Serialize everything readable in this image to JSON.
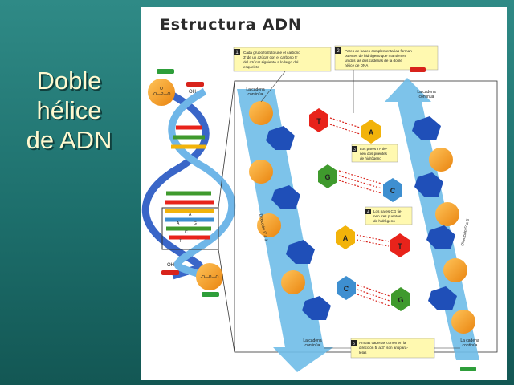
{
  "slide": {
    "title_lines": [
      "Doble",
      "hélice",
      "de ADN"
    ]
  },
  "figure": {
    "title": "Estructura ADN",
    "callouts": {
      "c1": {
        "num": "1",
        "lines": [
          "Cada grupo fosfato une el carbono",
          "3' de un azúcar con el carbono 5'",
          "del azúcar siguiente a lo largo del",
          "esqueleto"
        ]
      },
      "c2": {
        "num": "2",
        "lines": [
          "Pares de bases complementarias forman",
          "puentes de hidrógeno que mantienen",
          "unidas las dos cadenas de la doble",
          "hélice de DNA"
        ]
      },
      "c3": {
        "num": "3",
        "lines": [
          "Los pares TA tie-",
          "nen dos puentes",
          "de hidrógeno"
        ]
      },
      "c4": {
        "num": "4",
        "lines": [
          "Los pares CG tie-",
          "nen tres puentes",
          "de hidrógeno"
        ]
      },
      "c5": {
        "num": "5",
        "lines": [
          "Ambas cadenas corren en la",
          "dirección 5' a 3'; son antipara-",
          "lelas"
        ]
      }
    },
    "labels": {
      "cadena_left": [
        "La cadena",
        "continúa"
      ],
      "cadena_right": [
        "La cadena",
        "continúa"
      ],
      "cadena_bottom_left": [
        "La cadena",
        "continúa"
      ],
      "cadena_bottom_right": [
        "La cadena",
        "continúa"
      ],
      "dir_left": "Dirección 5' a 3'",
      "dir_right": "Dirección 5' a 3'",
      "oh_top": "OH",
      "oh_bottom": "OH"
    },
    "bases": [
      "T",
      "A",
      "G",
      "C",
      "A",
      "T",
      "C",
      "G"
    ],
    "helix_letters": [
      "A",
      "G",
      "C",
      "T",
      "A",
      "T"
    ],
    "colors": {
      "phosphate": "#f39a1e",
      "sugar": "#1f4fb8",
      "arrow": "#6fbde8",
      "thymine": "#e8231b",
      "adenine": "#f2b30a",
      "guanine": "#3f9a2d",
      "cytosine": "#3e8fd0",
      "green_tag": "#2e9e3a",
      "red_tag": "#d8231b"
    }
  }
}
